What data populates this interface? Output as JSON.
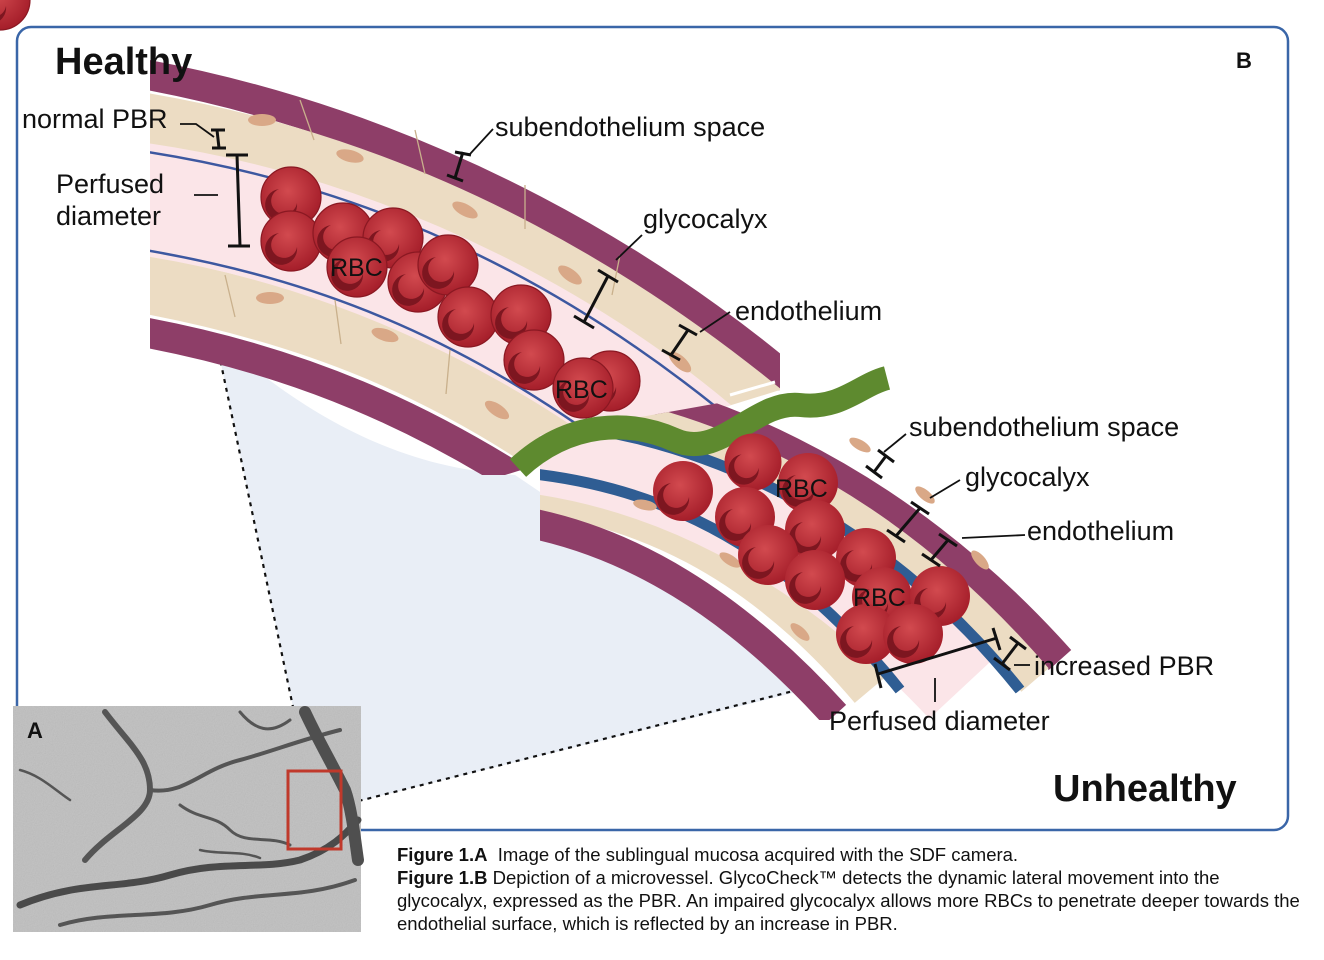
{
  "panel_b": {
    "letter": "B",
    "healthy_title": "Healthy",
    "unhealthy_title": "Unhealthy",
    "healthy_labels": {
      "normal_pbr": "normal PBR",
      "perfused_line1": "Perfused",
      "perfused_line2": "diameter",
      "subendothelium": "subendothelium space",
      "glycocalyx": "glycocalyx",
      "endothelium": "endothelium",
      "rbc_1": "RBC",
      "rbc_2": "RBC"
    },
    "unhealthy_labels": {
      "subendothelium": "subendothelium space",
      "glycocalyx": "glycocalyx",
      "endothelium": "endothelium",
      "increased_pbr": "increased PBR",
      "perfused_diameter": "Perfused diameter",
      "rbc_1": "RBC",
      "rbc_2": "RBC"
    }
  },
  "panel_a": {
    "letter": "A"
  },
  "caption": {
    "a_label": "Figure 1.A",
    "a_text": "Image of the sublingual mucosa acquired with the SDF camera.",
    "b_label": "Figure 1.B",
    "b_text": "Depiction of a microvessel. GlycoCheck™ detects the dynamic lateral movement into the glycocalyx, expressed as the PBR. An impaired glycocalyx allows more RBCs to penetrate deeper towards the endothelial surface, which is reflected by an increase in PBR."
  }
}
